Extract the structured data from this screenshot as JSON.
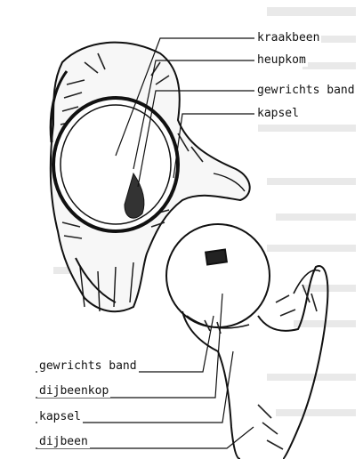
{
  "labels": {
    "cartilage": "kraakbeen",
    "socket": "heupkom",
    "ligament_top": "gewrichts band",
    "capsule_top": "kapsel",
    "ligament_bottom": "gewrichts band",
    "femoral_head": "dijbeenkop",
    "capsule_bottom": "kapsel",
    "femur": "dijbeen"
  }
}
